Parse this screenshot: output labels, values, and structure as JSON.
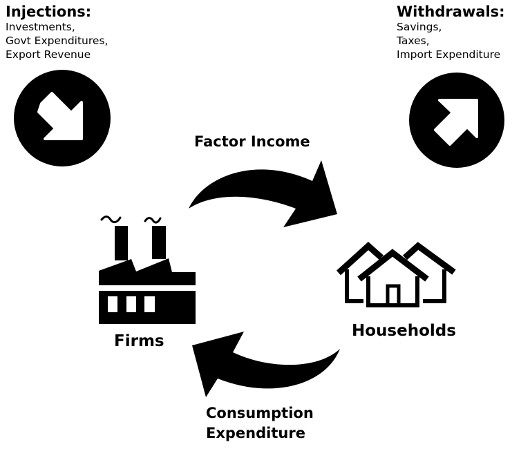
{
  "injections": {
    "title": "Injections:",
    "items": [
      "Investments,",
      "Govt Expenditures,",
      "Export Revenue"
    ],
    "icon": "arrow-down-right-circle-icon"
  },
  "withdrawals": {
    "title": "Withdrawals:",
    "items": [
      "Savings,",
      "Taxes,",
      "Import Expenditure"
    ],
    "icon": "arrow-up-right-circle-icon"
  },
  "flows": {
    "factor_income": "Factor Income",
    "consumption_expenditure": [
      "Consumption",
      "Expenditure"
    ]
  },
  "nodes": {
    "firms": {
      "label": "Firms",
      "icon": "factory-icon"
    },
    "households": {
      "label": "Households",
      "icon": "houses-icon"
    }
  },
  "colors": {
    "foreground": "#000000",
    "background": "#ffffff"
  }
}
